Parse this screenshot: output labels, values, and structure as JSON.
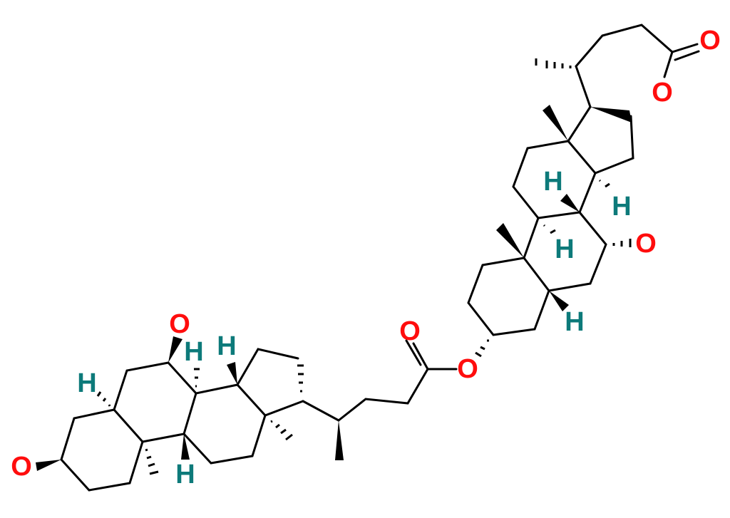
{
  "diagram": {
    "type": "skeletal-chemical-structure",
    "description": "Dimeric bile acid ester: steroid lactone/acid linked via 3-alpha ester to second steroid",
    "colors": {
      "oxygen": "#ff0d0d",
      "hydrogen": "#0d7a7a",
      "bond": "#000000",
      "background": "#ffffff"
    },
    "labels": {
      "o_carbonyl_top": "O",
      "o_lactone_top": "O",
      "o_7_upper": "O",
      "o_ester_link": "O",
      "o_ester_carbonyl": "O",
      "o_7_lower": "O",
      "o_3_lower": "O",
      "h_8_upper": "H",
      "h_14_upper": "H",
      "h_9_upper": "H",
      "h_5_upper": "H",
      "h_5_lower": "H",
      "h_8_lower": "H",
      "h_14_lower": "H",
      "h_9_lower": "H"
    }
  }
}
